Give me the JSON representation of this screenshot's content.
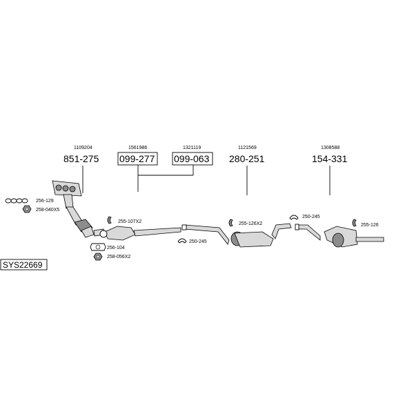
{
  "system_id": "SYS22669",
  "parts": [
    {
      "ref": "1109204",
      "number": "851-275"
    },
    {
      "ref": "1561986",
      "number": "099-277"
    },
    {
      "ref": "1321119",
      "number": "099-063"
    },
    {
      "ref": "1121569",
      "number": "280-251"
    },
    {
      "ref": "1308588",
      "number": "154-331"
    }
  ],
  "fittings": [
    {
      "code": "256-129"
    },
    {
      "code": "258-040X5"
    },
    {
      "code": "255-107X2"
    },
    {
      "code": "256-104"
    },
    {
      "code": "258-056X2"
    },
    {
      "code": "250-245"
    },
    {
      "code": "255-126X2"
    },
    {
      "code": "250-245"
    },
    {
      "code": "255-126"
    }
  ]
}
